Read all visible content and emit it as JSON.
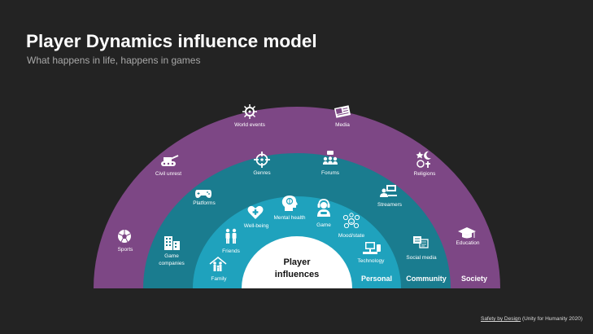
{
  "header": {
    "title": "Player Dynamics influence model",
    "subtitle": "What happens in life, happens in games"
  },
  "colors": {
    "background": "#232323",
    "society": "#7d4785",
    "community": "#1a7c8f",
    "personal": "#1fa2bd",
    "center": "#ffffff"
  },
  "center": {
    "line1": "Player",
    "line2": "influences"
  },
  "bands": {
    "personal": "Personal",
    "community": "Community",
    "society": "Society"
  },
  "society_items": {
    "sports": {
      "label": "Sports",
      "icon": "soccer-ball-icon"
    },
    "civil_unrest": {
      "label": "Civil unrest",
      "icon": "tank-icon"
    },
    "world_events": {
      "label": "World events",
      "icon": "virus-icon"
    },
    "media": {
      "label": "Media",
      "icon": "newspaper-icon"
    },
    "religions": {
      "label": "Religions",
      "icon": "religion-symbols-icon"
    },
    "education": {
      "label": "Education",
      "icon": "graduation-cap-icon"
    }
  },
  "community_items": {
    "game_companies": {
      "line1": "Game",
      "line2": "companies",
      "icon": "buildings-icon"
    },
    "platforms": {
      "label": "Platforms",
      "icon": "gamepad-icon"
    },
    "genres": {
      "label": "Genres",
      "icon": "crosshair-icon"
    },
    "forums": {
      "label": "Forums",
      "icon": "discussion-group-icon"
    },
    "streamers": {
      "label": "Streamers",
      "icon": "streamer-icon"
    },
    "social_media": {
      "label": "Social media",
      "icon": "social-media-icon"
    }
  },
  "personal_items": {
    "family": {
      "label": "Family",
      "icon": "family-house-icon"
    },
    "friends": {
      "label": "Friends",
      "icon": "friends-icon"
    },
    "well_being": {
      "label": "Well-being",
      "icon": "heart-health-icon"
    },
    "mental_health": {
      "label": "Mental health",
      "icon": "head-brain-icon"
    },
    "game": {
      "label": "Game",
      "icon": "gamer-icon"
    },
    "mood_state": {
      "label": "Mood/state",
      "icon": "moods-icon"
    },
    "technology": {
      "label": "Technology",
      "icon": "computer-icon"
    }
  },
  "footer": {
    "link_text": "Safety by Design",
    "citation": "(Unity for Humanity 2020)"
  }
}
